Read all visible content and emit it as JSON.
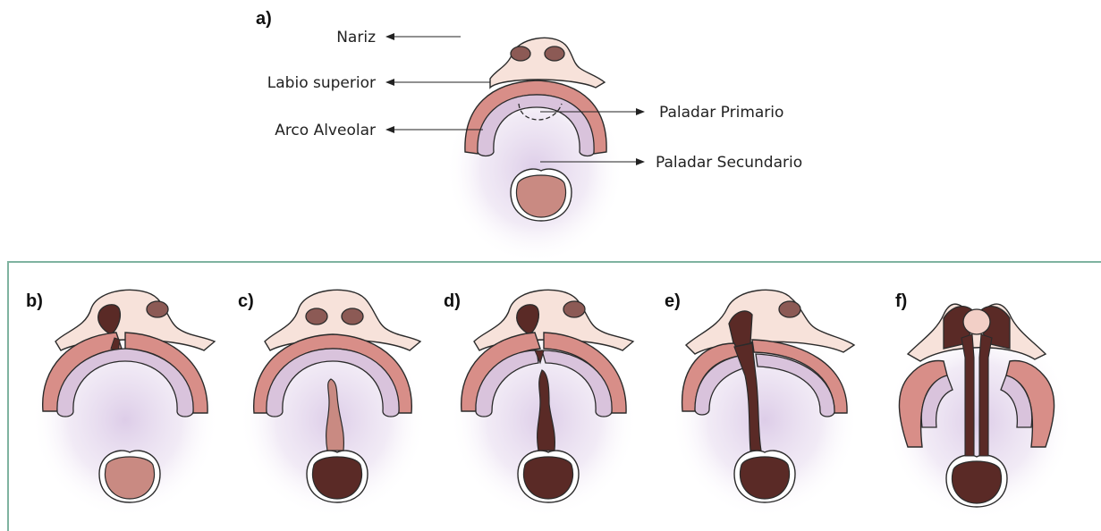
{
  "panel_a": {
    "letter": "a)",
    "labels": {
      "nariz": "Nariz",
      "labio_superior": "Labio superior",
      "arco_alveolar": "Arco Alveolar",
      "paladar_primario": "Paladar Primario",
      "paladar_secundario": "Paladar Secundario"
    }
  },
  "panels": [
    {
      "letter": "b)",
      "variant": "unilateral-lip"
    },
    {
      "letter": "c)",
      "variant": "secondary-palate"
    },
    {
      "letter": "d)",
      "variant": "unilateral-complete"
    },
    {
      "letter": "e)",
      "variant": "unilateral-full"
    },
    {
      "letter": "f)",
      "variant": "bilateral-full"
    }
  ],
  "colors": {
    "skin": "#f7e2da",
    "lip": "#d88e88",
    "lip_dark": "#c9787a",
    "alveolar": "#d9c3dc",
    "glow": "#d6c6e3",
    "cleft": "#5a2a26",
    "tongue": "#c98a82",
    "frame": "#7fb3a0",
    "outline": "#2b2b2b"
  }
}
